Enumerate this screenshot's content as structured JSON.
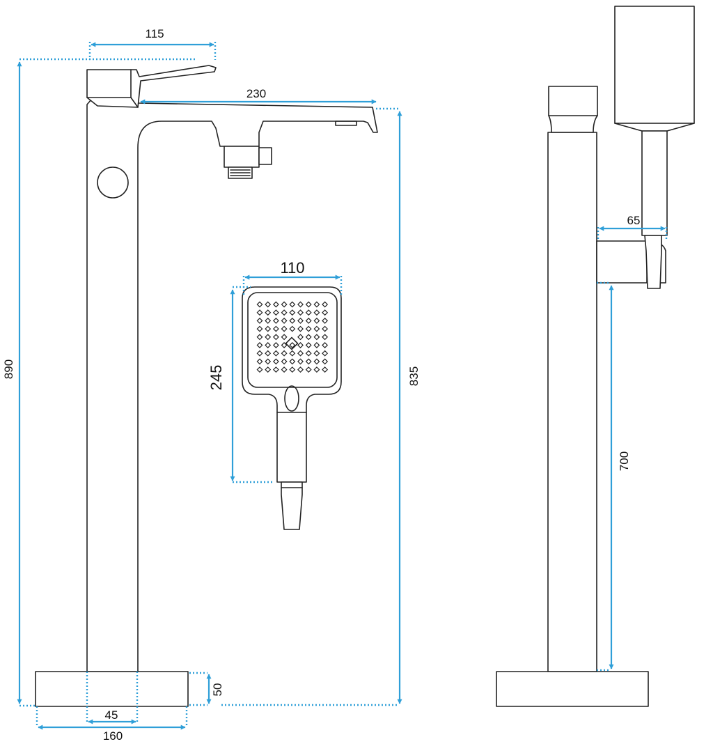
{
  "colors": {
    "dimension": "#2f9fd8",
    "outline": "#222222",
    "background": "#ffffff"
  },
  "dimensions": {
    "lever_width": "115",
    "spout_reach": "230",
    "total_height": "890",
    "spout_height": "835",
    "handshower_width": "110",
    "handshower_length": "245",
    "base_height": "50",
    "column_width": "45",
    "base_width": "160",
    "holder_depth": "65",
    "holder_height": "700"
  }
}
